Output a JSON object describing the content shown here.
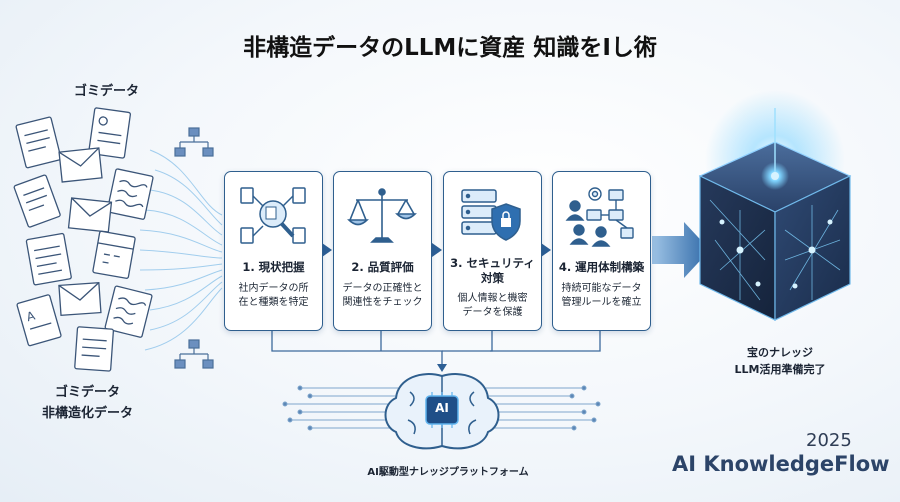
{
  "title": "非構造データのLLMに資産 知識をIし術",
  "left_labels": {
    "top": "ゴミデータ",
    "bottom_line1": "ゴミデータ",
    "bottom_line2": "非構造化データ"
  },
  "cards": [
    {
      "title": "1. 現状把握",
      "desc_lines": [
        "社内データの所",
        "在と種類を特定"
      ],
      "icon": "magnifier-documents-icon"
    },
    {
      "title": "2. 品質評価",
      "desc_lines": [
        "データの正確性と",
        "関連性をチェック"
      ],
      "icon": "balance-scale-icon"
    },
    {
      "title_lines": [
        "3. セキュリティ",
        "対策"
      ],
      "desc_lines": [
        "個人情報と機密",
        "データを保護"
      ],
      "icon": "server-shield-icon"
    },
    {
      "title": "4. 運用体制構築",
      "desc_lines": [
        "持続可能なデータ",
        "管理ルールを確立"
      ],
      "icon": "team-workflow-icon"
    }
  ],
  "result": {
    "line1": "宝のナレッジ",
    "line2": "LLM活用準備完了"
  },
  "platform": {
    "label": "AI駆動型ナレッジプラットフォーム",
    "chip_text": "AI"
  },
  "footer": {
    "year": "2025",
    "brand": "AI KnowledgeFlow"
  },
  "colors": {
    "accent": "#2f5f8e",
    "glow": "#4fb8ff",
    "cube": "#1e2f4f"
  }
}
